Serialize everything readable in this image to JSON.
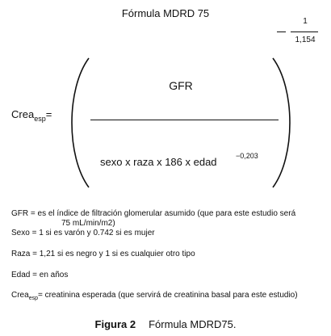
{
  "title": "Fórmula MDRD 75",
  "exponent": {
    "numerator": "1",
    "denominator": "1,154"
  },
  "formula": {
    "lhs_main": "Crea",
    "lhs_sub": "esp",
    "lhs_eq": "=",
    "numerator": "GFR",
    "denominator": "sexo x raza x 186 x edad",
    "denominator_exp": "−0,203"
  },
  "legend": {
    "gfr_line1": "GFR = es el índice de filtración glomerular asumido (que para este estudio será",
    "gfr_line2": "75 mL/min/m2)",
    "sexo": "Sexo = 1 si es varón y 0.742 si es mujer",
    "raza": "Raza = 1,21 si es negro y 1 si es cualquier otro tipo",
    "edad": "Edad = en años",
    "crea_main": "Crea",
    "crea_sub": "esp",
    "crea_rest": "= creatinina esperada (que servirá de creatinina basal para este estudio)"
  },
  "caption": {
    "label": "Figura 2",
    "text": "Fórmula MDRD75."
  }
}
